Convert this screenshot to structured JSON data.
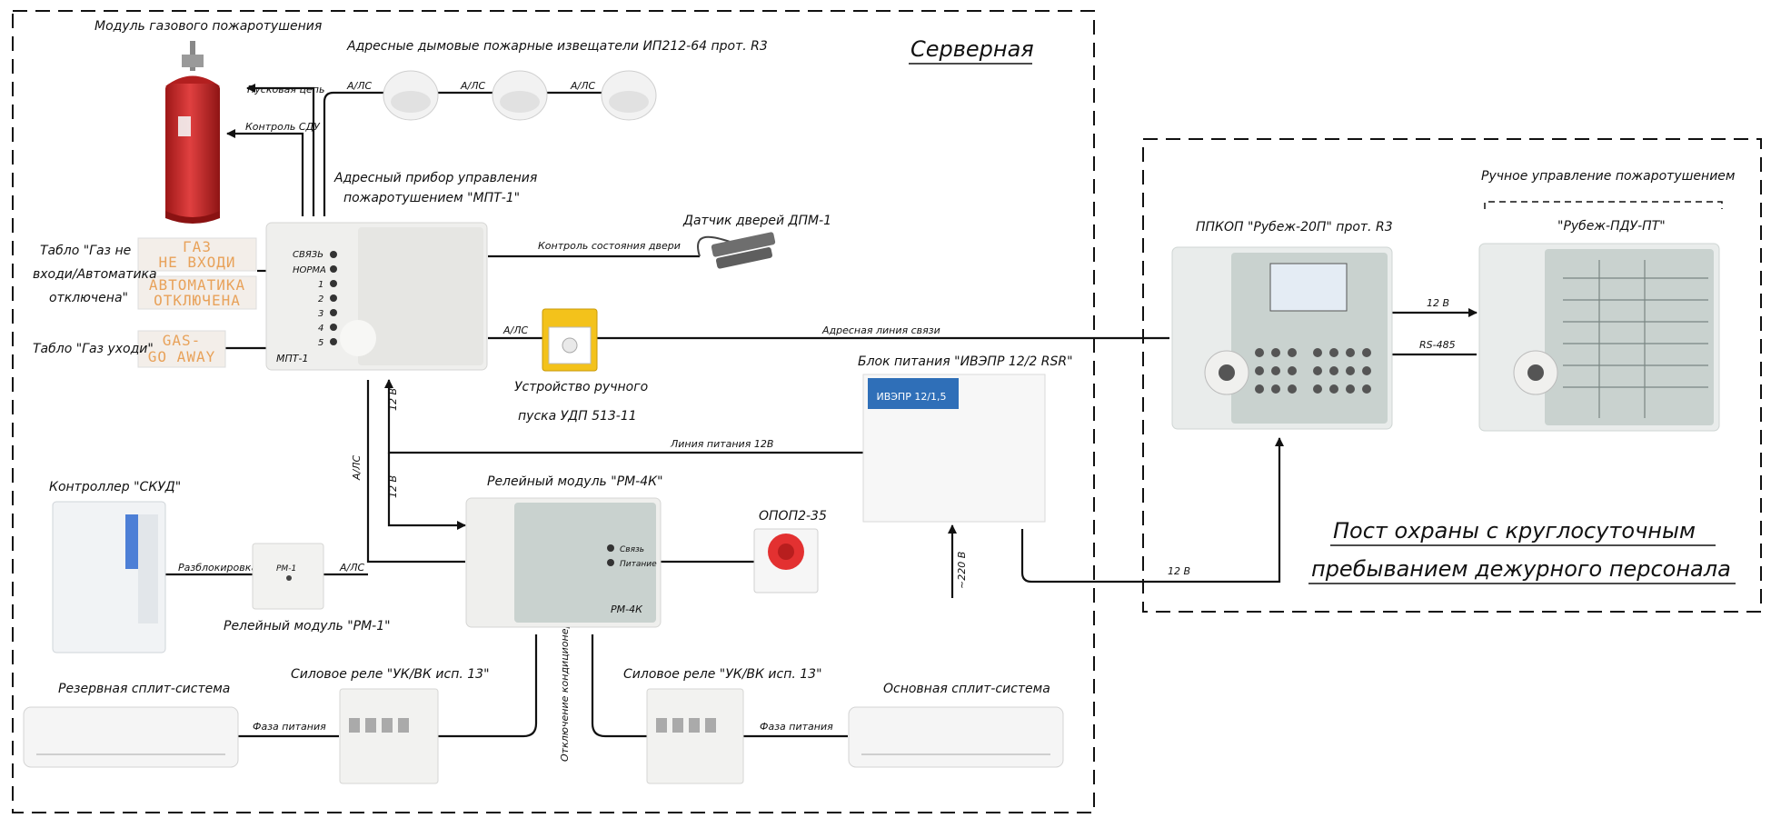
{
  "rooms": {
    "server_room": "Серверная",
    "guard_post_line1": "Пост охраны с круглосуточным",
    "guard_post_line2": "пребыванием дежурного персонала"
  },
  "devices": {
    "gas_module": "Модуль газового пожаротушения",
    "smoke_detectors": "Адресные дымовые пожарные извещатели ИП212-64 прот. R3",
    "mpt_line1": "Адресный прибор управления",
    "mpt_line2": "пожаротушением \"МПТ-1\"",
    "door_sensor": "Датчик дверей ДПМ-1",
    "sign_gas_line1": "Табло \"Газ не",
    "sign_gas_line2": "входи/Автоматика",
    "sign_gas_line3": "отключена\"",
    "sign_go_away": "Табло \"Газ уходи\"",
    "udp_line1": "Устройство ручного",
    "udp_line2": "пуска УДП 513-11",
    "psu": "Блок питания \"ИВЭПР 12/2 RSR\"",
    "ppkop": "ППКОП \"Рубеж-20П\" прот. R3",
    "manual_control": "Ручное управление пожаротушением",
    "pdu": "\"Рубеж-ПДУ-ПТ\"",
    "skud": "Контроллер \"СКУД\"",
    "rm1": "Релейный модуль \"РМ-1\"",
    "rm4k": "Релейный модуль \"РМ-4К\"",
    "opop": "ОПОП2-35",
    "reserve_split": "Резервная сплит-система",
    "main_split": "Основная сплит-система",
    "relay_left": "Силовое реле \"УК/ВК исп. 13\"",
    "relay_right": "Силовое реле \"УК/ВК исп. 13\""
  },
  "device_text": {
    "mpt_leds": [
      "СВЯЗЬ",
      "НОРМА",
      "1",
      "2",
      "3",
      "4",
      "5"
    ],
    "mpt_label": "МПТ-1",
    "rm4k_leds": [
      "Связь",
      "Питание"
    ],
    "rm4k_label": "РМ-4К",
    "rm1_label": "РМ-1",
    "display_gas_line1": "ГАЗ",
    "display_gas_line2": "НЕ ВХОДИ",
    "display_auto_line1": "АВТОМАТИКА",
    "display_auto_line2": "ОТКЛЮЧЕНА",
    "display_goaway_line1": "GAS-",
    "display_goaway_line2": "GO AWAY",
    "psu_badge": "ИВЭПР 12/1,5"
  },
  "wires": {
    "start_circuit": "Пусковая цепь",
    "sdu_control": "Контроль СДУ",
    "als": "А/ЛС",
    "door_control": "Контроль состояния двери",
    "address_line": "Адресная линия связи",
    "power_line": "Линия питания 12В",
    "v12": "12 В",
    "rs485": "RS-485",
    "v220": "~220 В",
    "skud_unlock": "Разблокировка СКУД",
    "ac_off": "Отключение кондиционеров",
    "phase_left": "Фаза питания",
    "phase_right": "Фаза питания"
  },
  "colors": {
    "cylinder": "#d32b2b",
    "led_amber": "#e8a25a",
    "udp_yellow": "#f3c21b",
    "psu_blue": "#2f6fb8",
    "panel_grey": "#c9d2cf",
    "device_body": "#ececea"
  }
}
